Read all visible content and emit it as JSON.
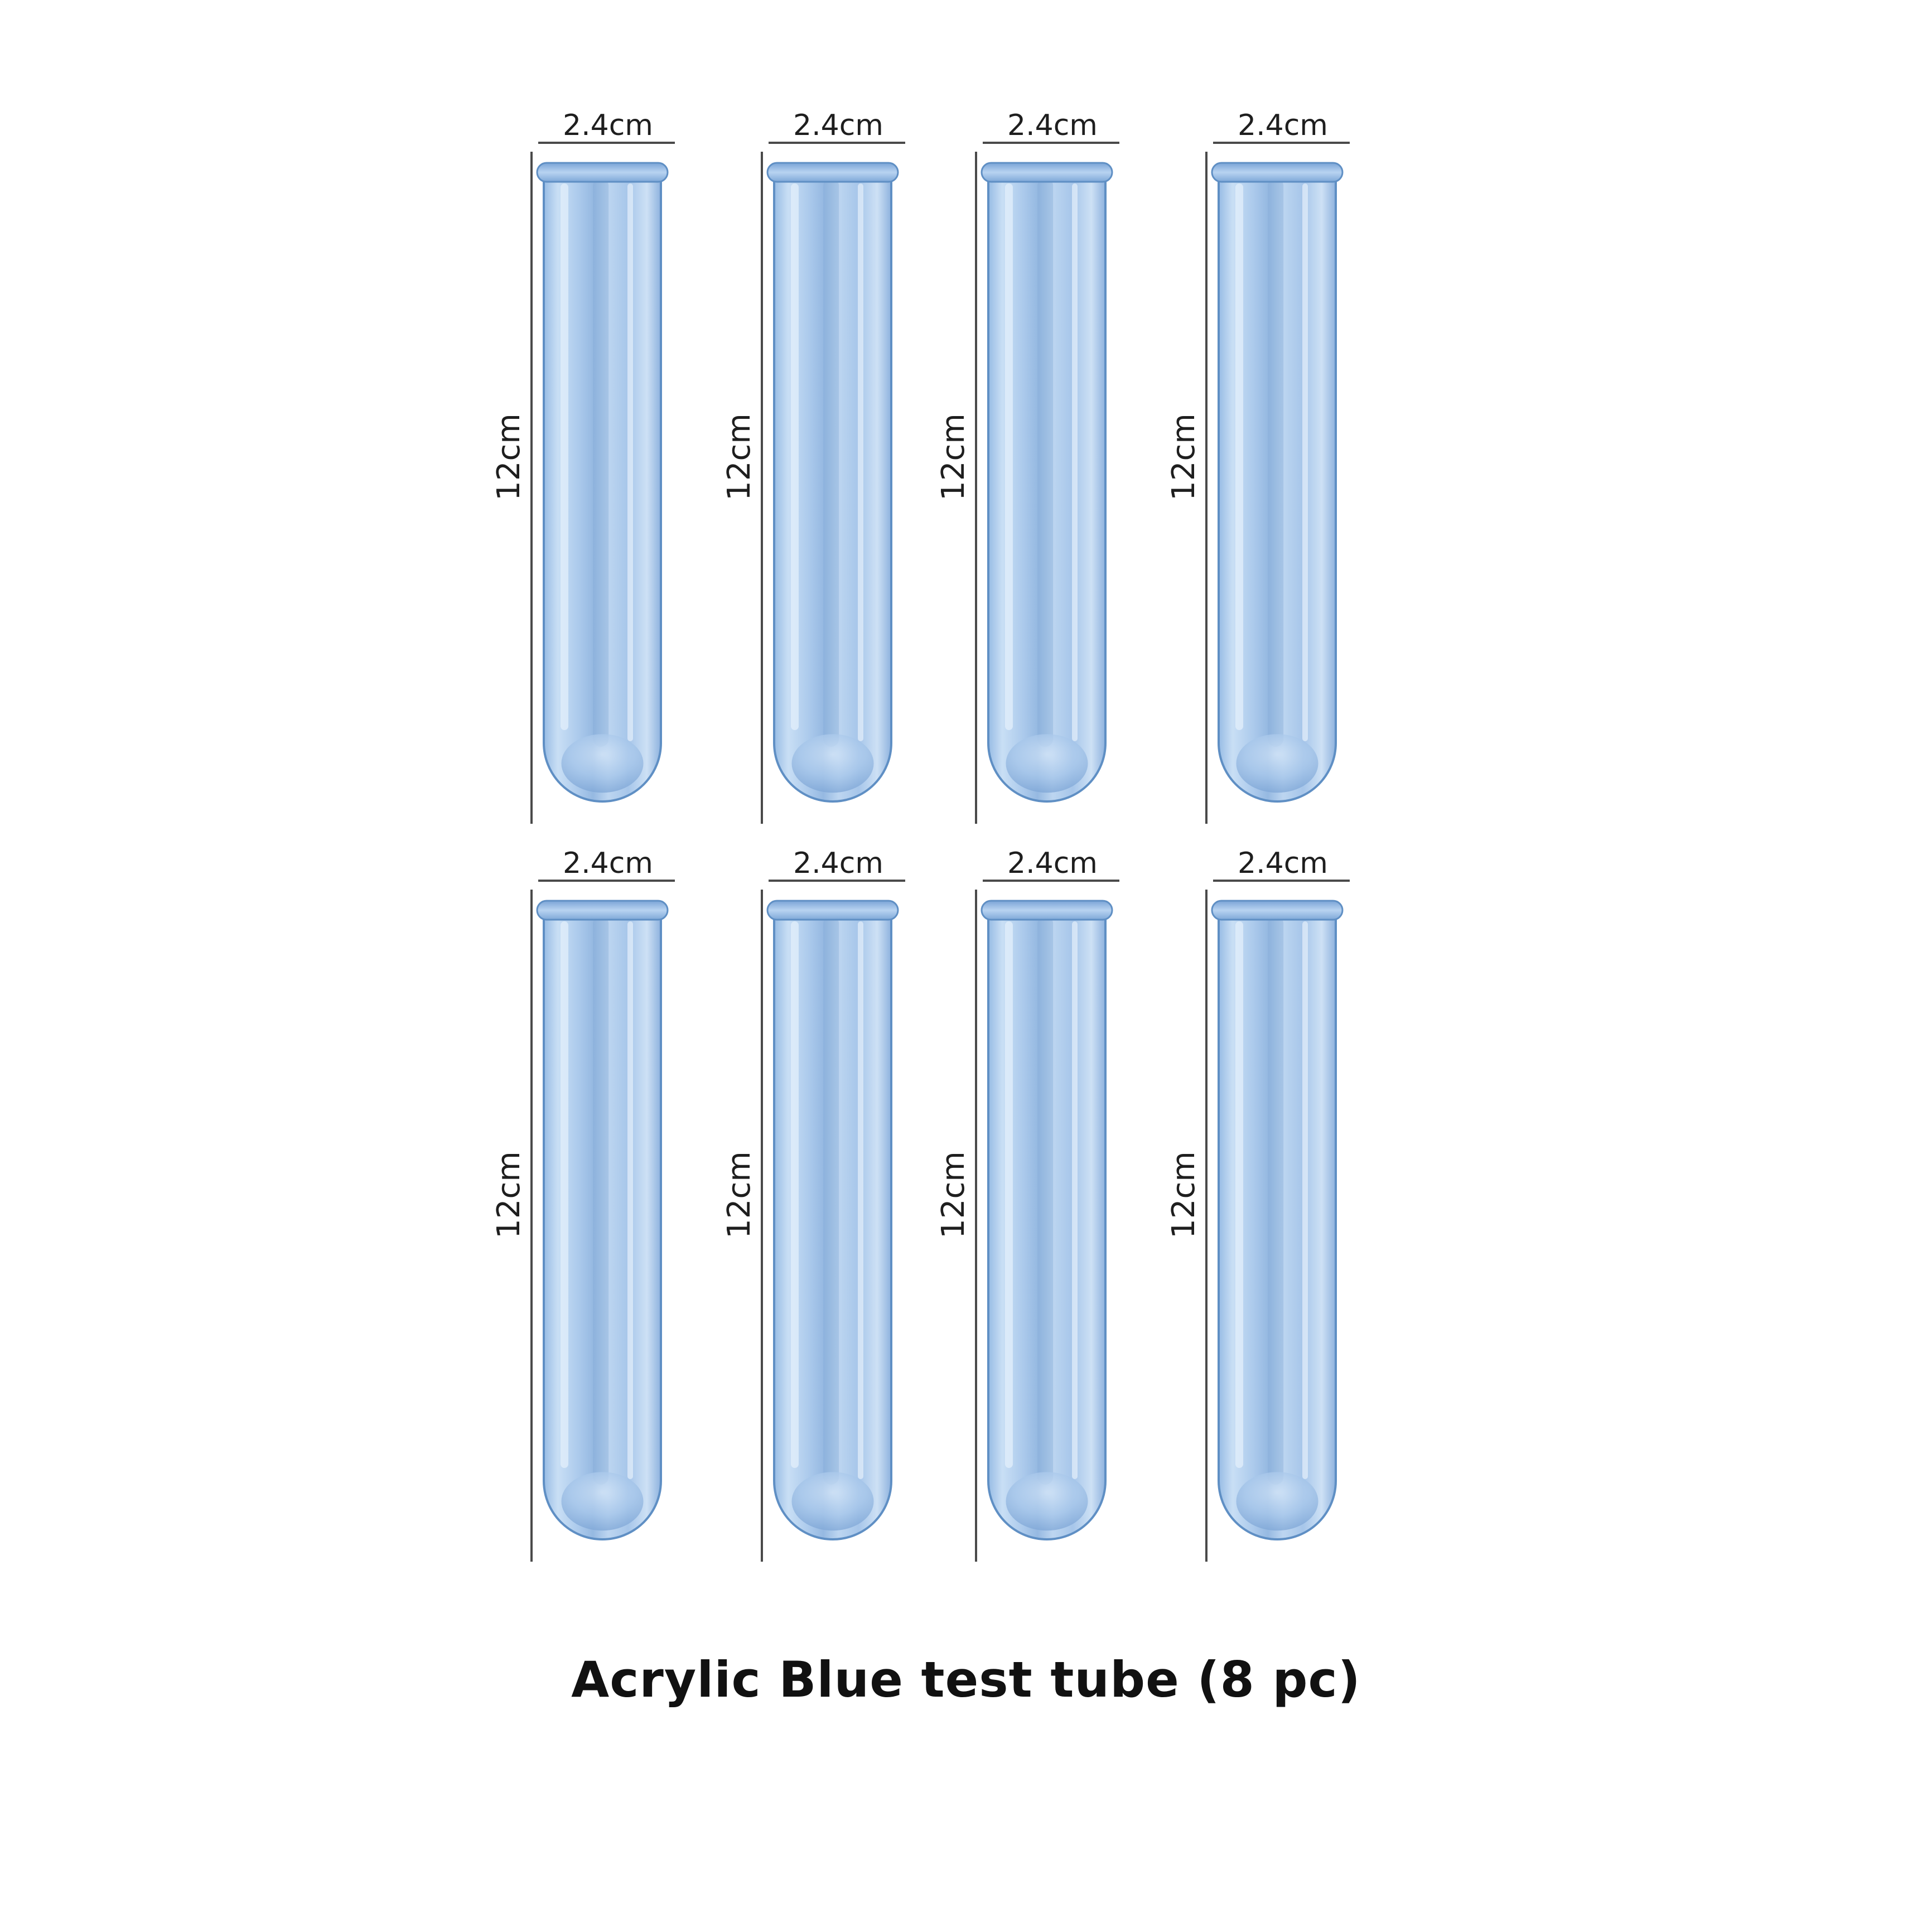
{
  "product": {
    "caption": "Acrylic Blue test tube  (8 pc)",
    "tube_color": "#a9c9ea",
    "tube_edge_color": "#5f8fc4",
    "dimension_line_color": "#4a4a4a"
  },
  "tubes": [
    {
      "width_label": "2.4cm",
      "height_label": "12cm"
    },
    {
      "width_label": "2.4cm",
      "height_label": "12cm"
    },
    {
      "width_label": "2.4cm",
      "height_label": "12cm"
    },
    {
      "width_label": "2.4cm",
      "height_label": "12cm"
    },
    {
      "width_label": "2.4cm",
      "height_label": "12cm"
    },
    {
      "width_label": "2.4cm",
      "height_label": "12cm"
    },
    {
      "width_label": "2.4cm",
      "height_label": "12cm"
    },
    {
      "width_label": "2.4cm",
      "height_label": "12cm"
    }
  ]
}
